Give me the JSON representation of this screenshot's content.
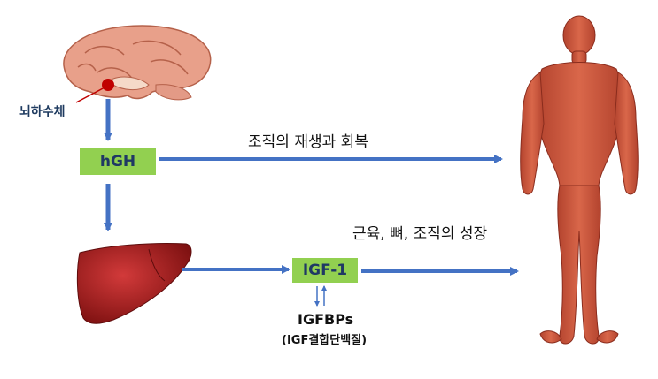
{
  "labels": {
    "pituitary": "뇌하수체",
    "hgh": "hGH",
    "igf1": "IGF-1",
    "regeneration": "조직의 재생과 회복",
    "growth": "근육, 뼈, 조직의 성장",
    "igfbps": "IGFBPs",
    "igfbps_full": "(IGF결합단백질)"
  },
  "colors": {
    "arrow": "#4472c4",
    "box": "#92d050",
    "brain": "#e8a08a",
    "pituitary_dot": "#c00000",
    "liver": "#a81c1c",
    "muscle": "#c8553d"
  },
  "icons": [
    "brain-icon",
    "liver-icon",
    "human-muscle-figure-icon"
  ]
}
